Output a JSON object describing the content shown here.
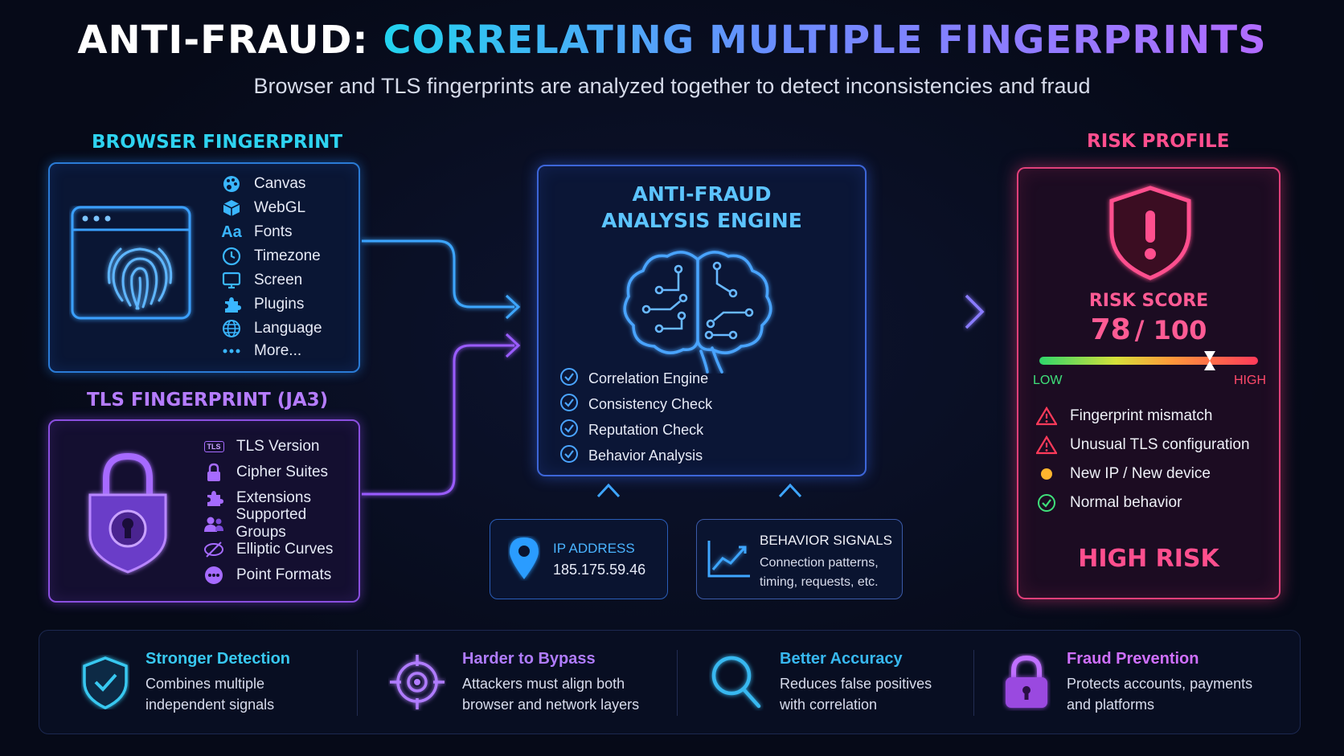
{
  "title": {
    "part1": "ANTI-FRAUD:",
    "part2": "CORRELATING MULTIPLE FINGERPRINTS"
  },
  "subtitle": "Browser and TLS fingerprints are analyzed together to detect inconsistencies and fraud",
  "browser": {
    "heading": "BROWSER FINGERPRINT",
    "items": [
      {
        "label": "Canvas",
        "icon": "palette-icon"
      },
      {
        "label": "WebGL",
        "icon": "cube-icon"
      },
      {
        "label": "Fonts",
        "icon": "font-icon"
      },
      {
        "label": "Timezone",
        "icon": "clock-icon"
      },
      {
        "label": "Screen",
        "icon": "monitor-icon"
      },
      {
        "label": "Plugins",
        "icon": "puzzle-icon"
      },
      {
        "label": "Language",
        "icon": "globe-icon"
      },
      {
        "label": "More...",
        "icon": "dots-icon"
      }
    ],
    "font_icon_text": "Aa"
  },
  "tls": {
    "heading": "TLS FINGERPRINT (JA3)",
    "items": [
      {
        "label": "TLS Version",
        "icon": "tls-icon"
      },
      {
        "label": "Cipher Suites",
        "icon": "lock-icon"
      },
      {
        "label": "Extensions",
        "icon": "puzzle-icon"
      },
      {
        "label": "Supported Groups",
        "icon": "users-icon"
      },
      {
        "label": "Elliptic Curves",
        "icon": "curve-icon"
      },
      {
        "label": "Point Formats",
        "icon": "dots-circle-icon"
      }
    ],
    "tls_icon_text": "TLS"
  },
  "engine": {
    "title_line1": "ANTI-FRAUD",
    "title_line2": "ANALYSIS ENGINE",
    "items": [
      "Correlation Engine",
      "Consistency Check",
      "Reputation Check",
      "Behavior Analysis"
    ]
  },
  "ip": {
    "label": "IP ADDRESS",
    "value": "185.175.59.46"
  },
  "behavior": {
    "label": "BEHAVIOR SIGNALS",
    "line1": "Connection patterns,",
    "line2": "timing, requests, etc."
  },
  "risk": {
    "heading": "RISK PROFILE",
    "score_label": "RISK SCORE",
    "score": "78",
    "score_max": "/ 100",
    "score_fraction": 0.78,
    "low_label": "LOW",
    "high_label": "HIGH",
    "items": [
      {
        "label": "Fingerprint mismatch",
        "icon": "warning-icon"
      },
      {
        "label": "Unusual TLS configuration",
        "icon": "warning-icon"
      },
      {
        "label": "New IP / New device",
        "icon": "dot-icon"
      },
      {
        "label": "Normal behavior",
        "icon": "check-circle-icon"
      }
    ],
    "verdict": "HIGH RISK"
  },
  "features": [
    {
      "title": "Stronger Detection",
      "line1": "Combines multiple",
      "line2": "independent signals",
      "color": "#38c8f0",
      "icon": "shield-check-icon"
    },
    {
      "title": "Harder to Bypass",
      "line1": "Attackers must align both",
      "line2": "browser and network layers",
      "color": "#b07cff",
      "icon": "target-icon"
    },
    {
      "title": "Better Accuracy",
      "line1": "Reduces false positives",
      "line2": "with correlation",
      "color": "#38b8f0",
      "icon": "magnifier-icon"
    },
    {
      "title": "Fraud Prevention",
      "line1": "Protects accounts, payments",
      "line2": "and platforms",
      "color": "#d070ff",
      "icon": "padlock-icon"
    }
  ],
  "colors": {
    "cyan": "#22d3ee",
    "purple": "#a86bff",
    "pink": "#f0508a",
    "blue": "#3d7dff"
  }
}
